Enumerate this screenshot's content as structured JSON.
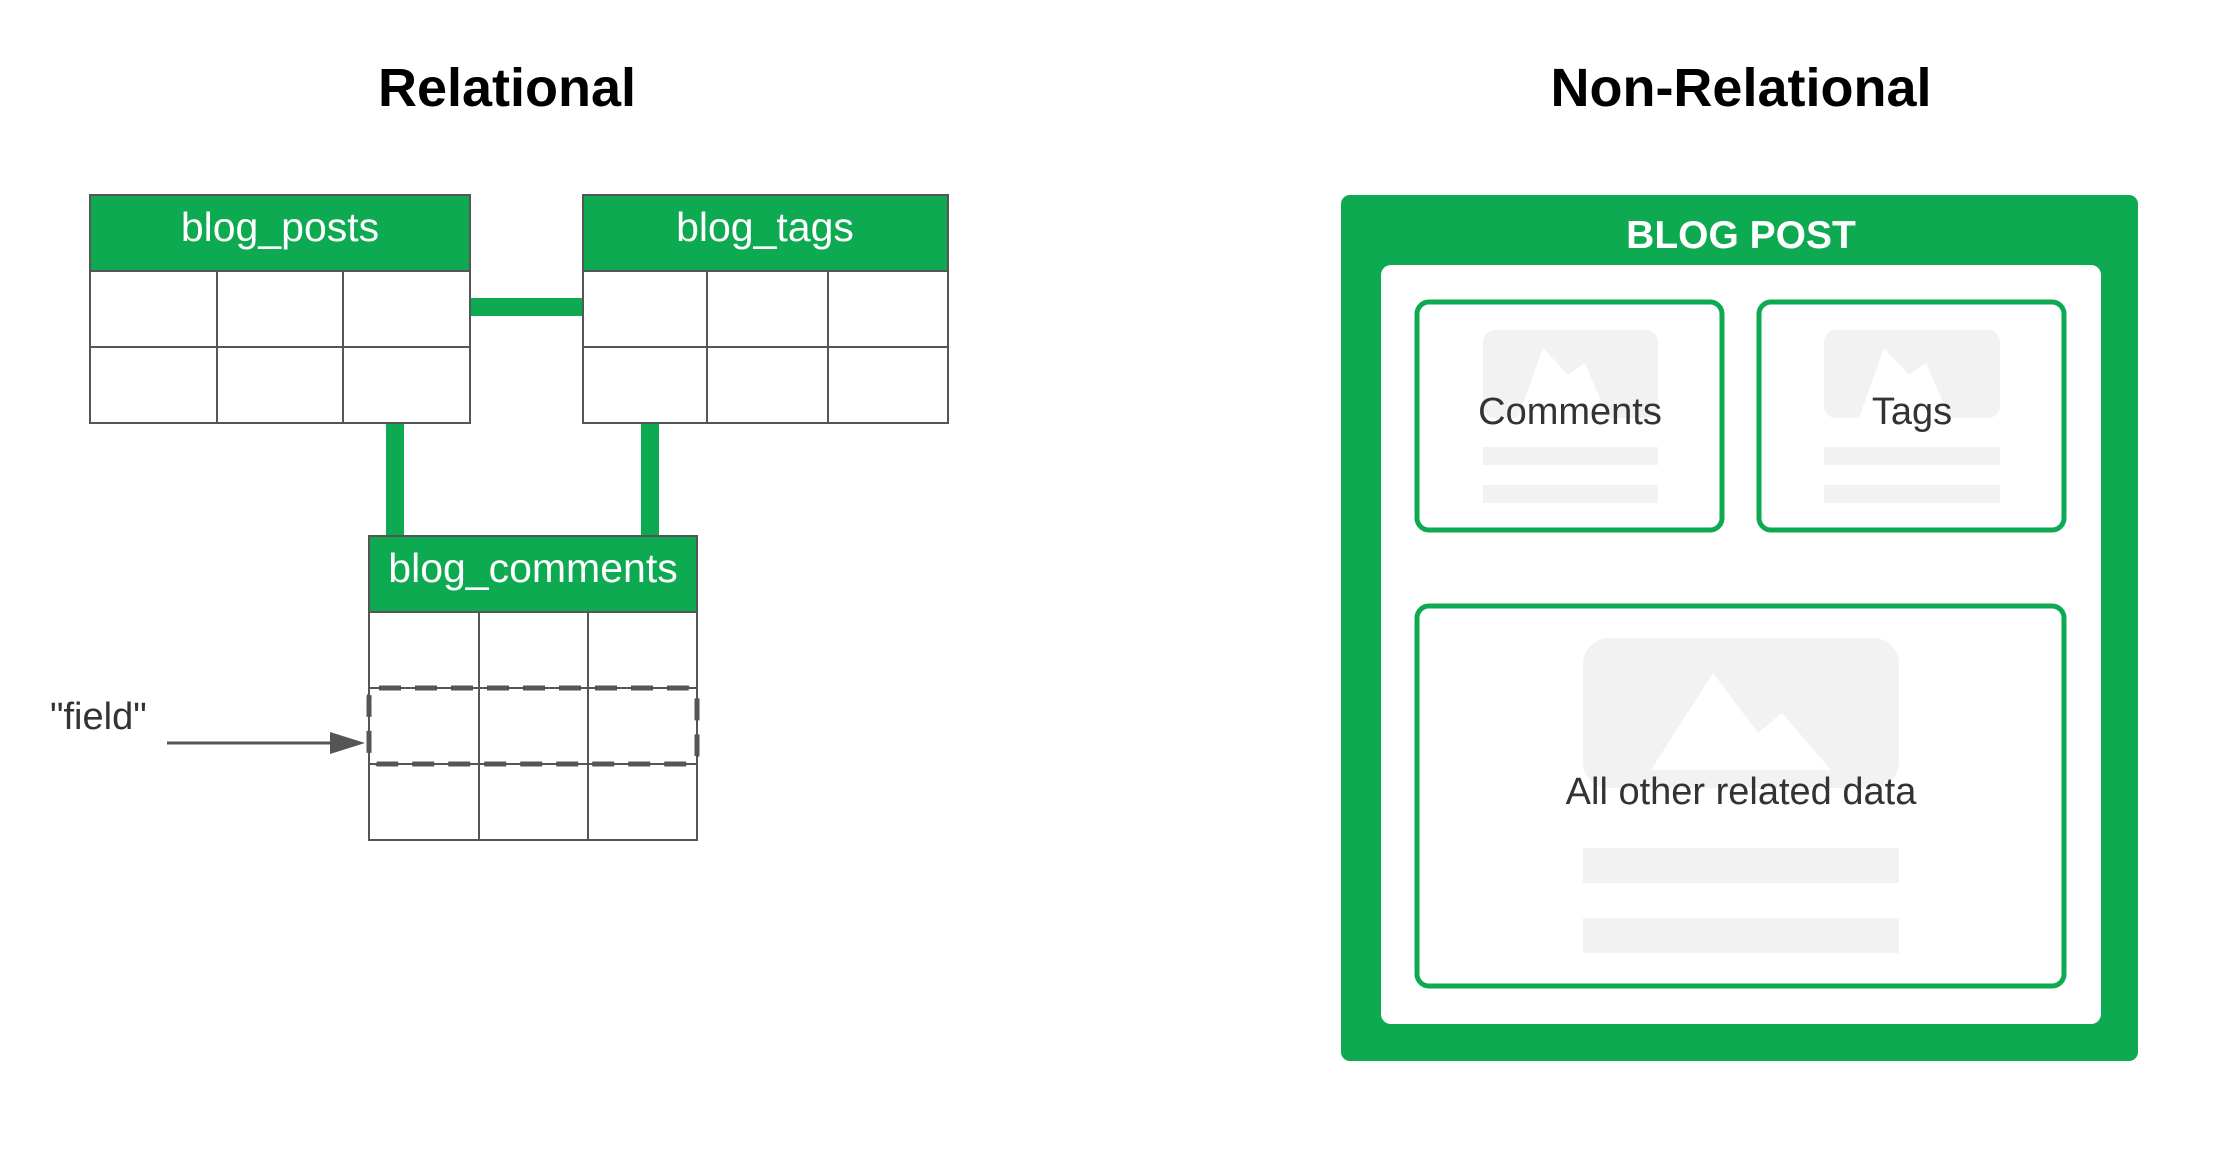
{
  "relational": {
    "title": "Relational",
    "tables": {
      "blog_posts": "blog_posts",
      "blog_tags": "blog_tags",
      "blog_comments": "blog_comments"
    },
    "field_label": "\"field\""
  },
  "non_relational": {
    "title": "Non-Relational",
    "container_label": "BLOG POST",
    "cards": {
      "comments": "Comments",
      "tags": "Tags",
      "other": "All other related data"
    }
  },
  "colors": {
    "accent_green": "#0daa51",
    "grid_line": "#555555",
    "placeholder": "#f2f2f2",
    "text_dark": "#333333"
  }
}
